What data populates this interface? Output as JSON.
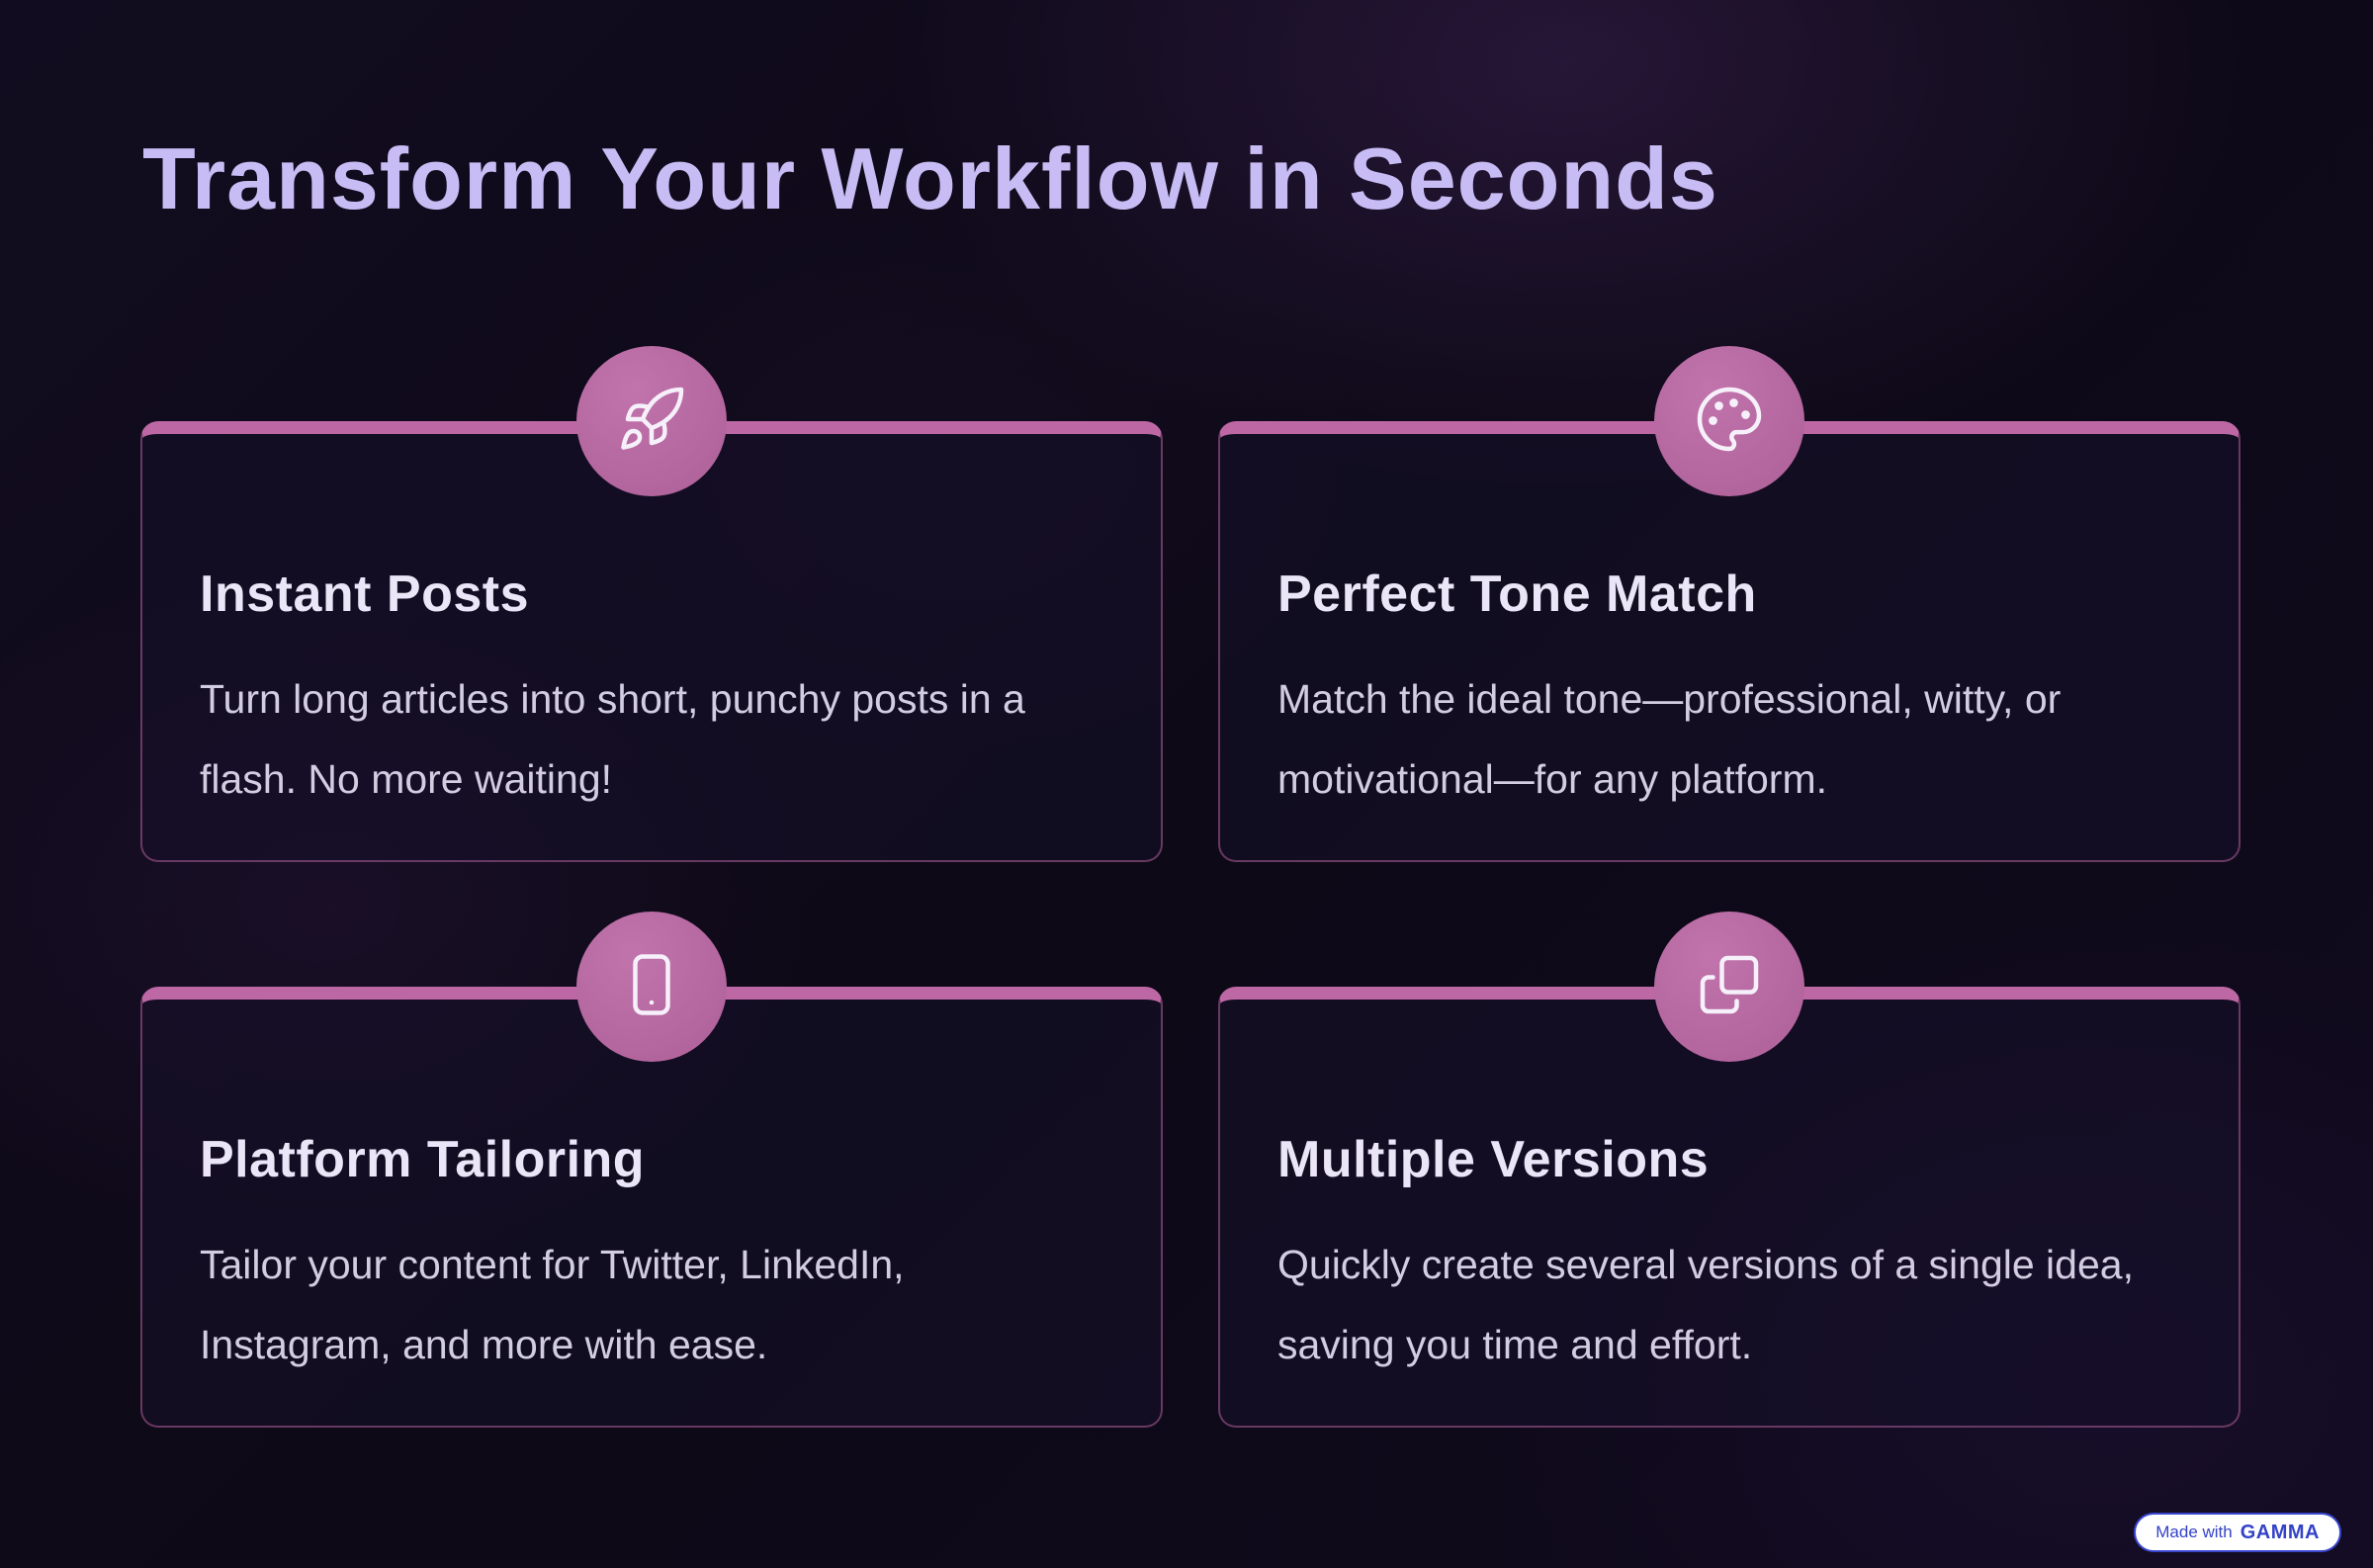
{
  "slide": {
    "title": "Transform Your Workflow in Seconds"
  },
  "cards": [
    {
      "icon": "rocket-icon",
      "title": "Instant Posts",
      "body": "Turn long articles into short, punchy posts in a flash. No more waiting!"
    },
    {
      "icon": "palette-icon",
      "title": "Perfect Tone Match",
      "body": "Match the ideal tone—professional, witty, or motivational—for any platform."
    },
    {
      "icon": "smartphone-icon",
      "title": "Platform Tailoring",
      "body": "Tailor your content for Twitter, LinkedIn, Instagram, and more with ease."
    },
    {
      "icon": "copy-icon",
      "title": "Multiple Versions",
      "body": "Quickly create several versions of a single idea, saving you time and effort."
    }
  ],
  "badge": {
    "prefix": "Made with",
    "brand": "GAMMA"
  },
  "colors": {
    "background": "#0d0916",
    "title_text": "#c7bcf4",
    "card_accent": "#bd67a4",
    "icon_circle": "#b4659f",
    "card_title": "#eae5f7",
    "card_body": "#d3cde2",
    "badge_text": "#3442c8"
  }
}
